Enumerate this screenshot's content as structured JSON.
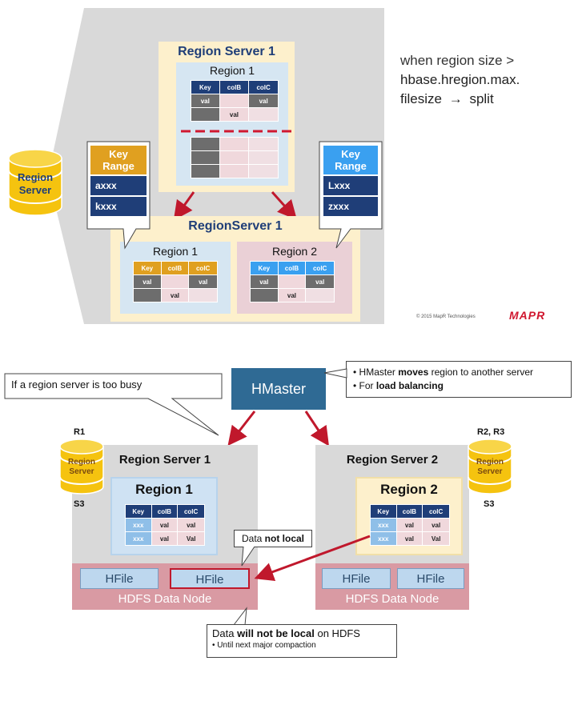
{
  "top": {
    "region_server_title": "Region Server 1",
    "region1_title": "Region 1",
    "split_server_title": "RegionServer 1",
    "split_region1_title": "Region 1",
    "split_region2_title": "Region 2",
    "left_cylinder_label_line1": "Region",
    "left_cylinder_label_line2": "Server",
    "split_note_line1": "when region size >",
    "split_note_line2": "hbase.hregion.max.",
    "split_note_line3": "filesize",
    "split_note_arrow": "→",
    "split_note_word": "split",
    "key_range_left": {
      "head1": "Key",
      "head2": "Range",
      "v1": "axxx",
      "v2": "kxxx"
    },
    "key_range_right": {
      "head1": "Key",
      "head2": "Range",
      "v1": "Lxxx",
      "v2": "zxxx"
    },
    "table_headers": [
      "Key",
      "colB",
      "colC"
    ],
    "cell_val": "val",
    "copyright": "© 2015 MapR Technologies",
    "logo": "MAPR"
  },
  "bottom": {
    "busy_callout": "If a region server is too busy",
    "hmaster": "HMaster",
    "bullets": [
      {
        "pre": "HMaster ",
        "bold": "moves",
        "post": " region to another server"
      },
      {
        "pre": "For ",
        "bold": "load balancing",
        "post": ""
      }
    ],
    "left_cyl_top": "R1",
    "left_cyl_bottom": "S3",
    "right_cyl_top": "R2, R3",
    "right_cyl_bottom": "S3",
    "cyl_line1": "Region",
    "cyl_line2": "Server",
    "server1_title": "Region Server 1",
    "server2_title": "Region Server 2",
    "region1_title": "Region 1",
    "region2_title": "Region 2",
    "table_headers": [
      "Key",
      "colB",
      "colC"
    ],
    "rows": [
      [
        "xxx",
        "val",
        "val"
      ],
      [
        "xxx",
        "val",
        "Val"
      ]
    ],
    "hfile": "HFile",
    "hdfs": "HDFS Data Node",
    "data_not_local_pre": "Data ",
    "data_not_local_bold": "not local",
    "will_not_pre": "Data ",
    "will_not_bold": "will not be local",
    "will_not_post": " on HDFS",
    "until_note": "• Until next major compaction"
  }
}
